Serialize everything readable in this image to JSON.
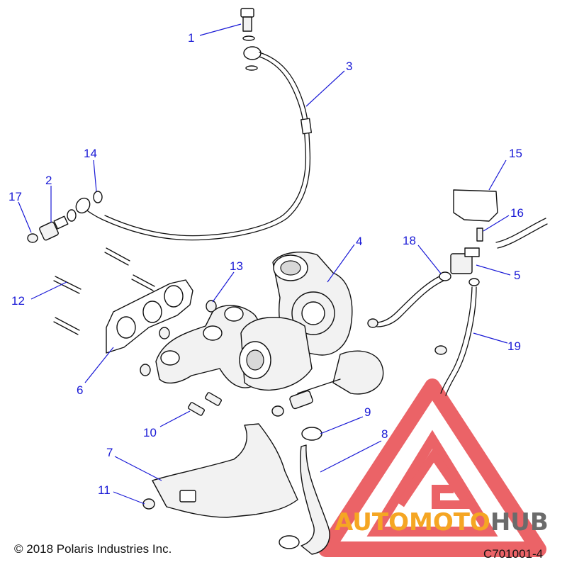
{
  "callouts": [
    {
      "id": "1",
      "label": "1"
    },
    {
      "id": "2",
      "label": "2"
    },
    {
      "id": "3",
      "label": "3"
    },
    {
      "id": "4",
      "label": "4"
    },
    {
      "id": "5",
      "label": "5"
    },
    {
      "id": "6",
      "label": "6"
    },
    {
      "id": "7",
      "label": "7"
    },
    {
      "id": "8",
      "label": "8"
    },
    {
      "id": "9",
      "label": "9"
    },
    {
      "id": "10",
      "label": "10"
    },
    {
      "id": "11",
      "label": "11"
    },
    {
      "id": "12",
      "label": "12"
    },
    {
      "id": "13",
      "label": "13"
    },
    {
      "id": "14",
      "label": "14"
    },
    {
      "id": "15",
      "label": "15"
    },
    {
      "id": "16",
      "label": "16"
    },
    {
      "id": "17",
      "label": "17"
    },
    {
      "id": "18",
      "label": "18"
    },
    {
      "id": "19",
      "label": "19"
    }
  ],
  "footer": {
    "copyright": "© 2018 Polaris Industries Inc.",
    "figure_code": "C701001-4"
  },
  "watermark": {
    "word_part1": "AUTO",
    "word_part2": "MOTO",
    "word_part3": "HUB",
    "colors": {
      "red": "#e8484d",
      "orange": "#f5a623",
      "gray": "#6b6b6b"
    }
  }
}
